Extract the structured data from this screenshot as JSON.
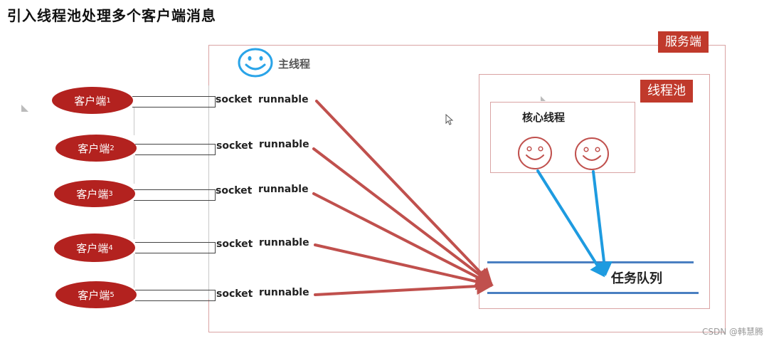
{
  "title": "引入线程池处理多个客户端消息",
  "server_label": "服务端",
  "main_thread_label": "主线程",
  "pool_label": "线程池",
  "core_label": "核心线程",
  "queue_label": "任务队列",
  "clients": [
    {
      "name": "客户端",
      "num": "1"
    },
    {
      "name": "客户端",
      "num": "2"
    },
    {
      "name": "客户端",
      "num": "3"
    },
    {
      "name": "客户端",
      "num": "4"
    },
    {
      "name": "客户端",
      "num": "5"
    }
  ],
  "tasks": [
    {
      "socket": "socket",
      "runnable": "runnable"
    },
    {
      "socket": "socket",
      "runnable": "runnable"
    },
    {
      "socket": "socket",
      "runnable": "runnable"
    },
    {
      "socket": "socket",
      "runnable": "runnable"
    },
    {
      "socket": "socket",
      "runnable": "runnable"
    }
  ],
  "watermark": "CSDN @韩慧腾",
  "colors": {
    "client_fill": "#b3221f",
    "task_arrow": "#c0504d",
    "core_arrow": "#1e9be0",
    "queue_line": "#4a7fc1",
    "main_smiley": "#2aa4e8",
    "core_smiley": "#c0504d"
  }
}
